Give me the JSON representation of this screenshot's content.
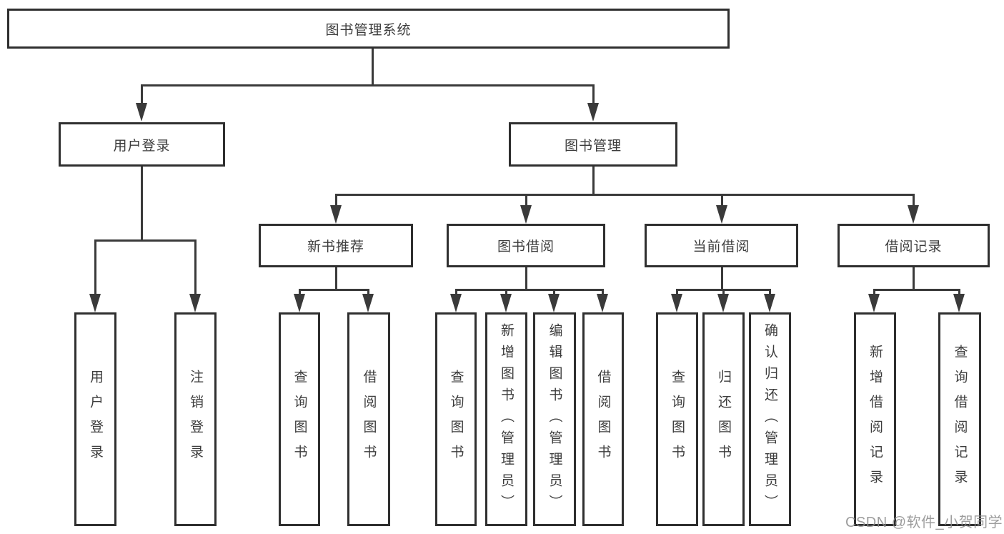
{
  "colors": {
    "line": "#3a3a3a",
    "border": "#2f2f2f",
    "text": "#3c3c3c",
    "background": "#ffffff",
    "watermark": "#8c8c8c"
  },
  "diagram": {
    "root": "图书管理系统",
    "branches": [
      {
        "label": "用户登录",
        "children": [
          "用户登录",
          "注销登录"
        ]
      },
      {
        "label": "图书管理",
        "groups": [
          {
            "label": "新书推荐",
            "children": [
              "查询图书",
              "借阅图书"
            ]
          },
          {
            "label": "图书借阅",
            "children": [
              "查询图书",
              "新增图书（管理员）",
              "编辑图书（管理员）",
              "借阅图书"
            ]
          },
          {
            "label": "当前借阅",
            "children": [
              "查询图书",
              "归还图书",
              "确认归还（管理员）"
            ]
          },
          {
            "label": "借阅记录",
            "children": [
              "新增借阅记录",
              "查询借阅记录"
            ]
          }
        ]
      }
    ]
  },
  "watermark": "CSDN @软件_小贺同学"
}
